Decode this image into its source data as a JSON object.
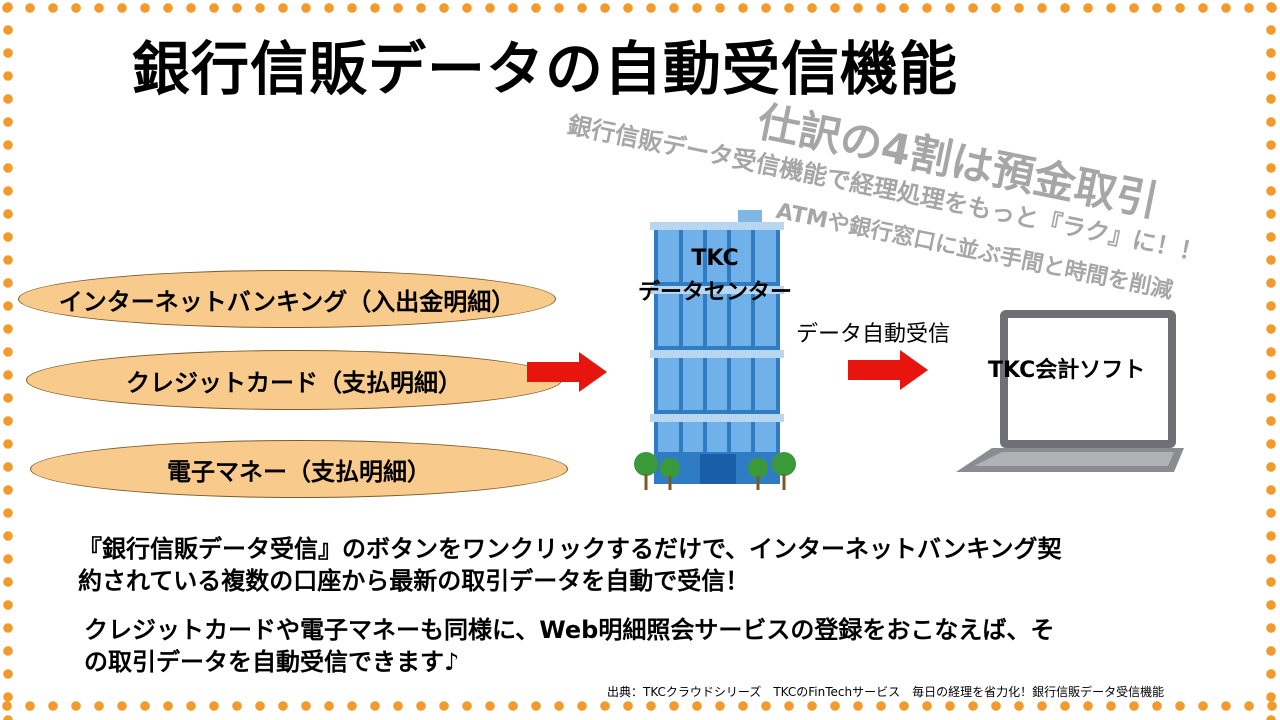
{
  "title": "銀行信販データの自動受信機能",
  "overlay": {
    "headline": "仕訳の4割は預金取引",
    "line1": "銀行信販データ受信機能で経理処理をもっと『ラク』に！！",
    "line2": "ATMや銀行窓口に並ぶ手間と時間を削減"
  },
  "sources": [
    "インターネットバンキング（入出金明細）",
    "クレジットカード（支払明細）",
    "電子マネー（支払明細）"
  ],
  "datacenter": {
    "line1": "TKC",
    "line2": "データセンター"
  },
  "transfer_label": "データ自動受信",
  "software_label": "TKC会計ソフト",
  "paragraphs": [
    [
      "『銀行信販データ受信』のボタンをワンクリックするだけで、インターネットバンキング契",
      "約されている複数の口座から最新の取引データを自動で受信！"
    ],
    [
      "クレジットカードや電子マネーも同様に、Web明細照会サービスの登録をおこなえば、そ",
      "の取引データを自動受信できます♪"
    ]
  ],
  "source_note": "出典：TKCクラウドシリーズ　TKCのFinTechサービス　毎日の経理を省力化！銀行信販データ受信機能",
  "colors": {
    "dots": "#f39a2c",
    "oval": "#f8cb8c",
    "arrow": "#e8150f",
    "building": "#3f8fd2",
    "overlay_text": "#a6a6a6"
  }
}
